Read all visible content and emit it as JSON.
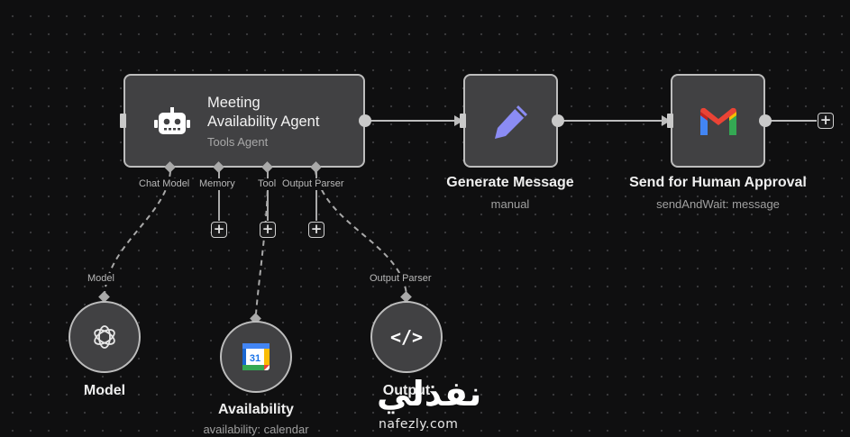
{
  "nodes": {
    "agent": {
      "title": "Meeting\nAvailability Agent",
      "subtitle": "Tools Agent",
      "icon": "robot-icon",
      "ports": {
        "chat_model": "Chat Model",
        "memory": "Memory",
        "tool": "Tool",
        "output_parser": "Output Parser"
      }
    },
    "generate": {
      "title": "Generate Message",
      "subtitle": "manual",
      "icon": "pencil-icon",
      "accent": "#8b8cf4"
    },
    "send": {
      "title": "Send for Human Approval",
      "subtitle": "sendAndWait: message",
      "icon": "gmail-icon"
    },
    "model": {
      "title": "Model",
      "port_label": "Model",
      "icon": "openai-icon"
    },
    "availability": {
      "title": "Availability",
      "subtitle": "availability: calendar",
      "icon": "google-calendar-icon",
      "calendar_day": "31"
    },
    "output": {
      "title": "Output",
      "port_label": "Output Parser",
      "icon": "code-icon",
      "icon_text": "</>"
    }
  },
  "add_button_symbol": "+",
  "watermark": {
    "arabic": "نفذلي",
    "latin": "nafezly.com"
  },
  "colors": {
    "canvas": "#0f0f10",
    "node_fill": "#414143",
    "node_border": "#bdbdbd",
    "pencil": "#8b8cf4"
  }
}
